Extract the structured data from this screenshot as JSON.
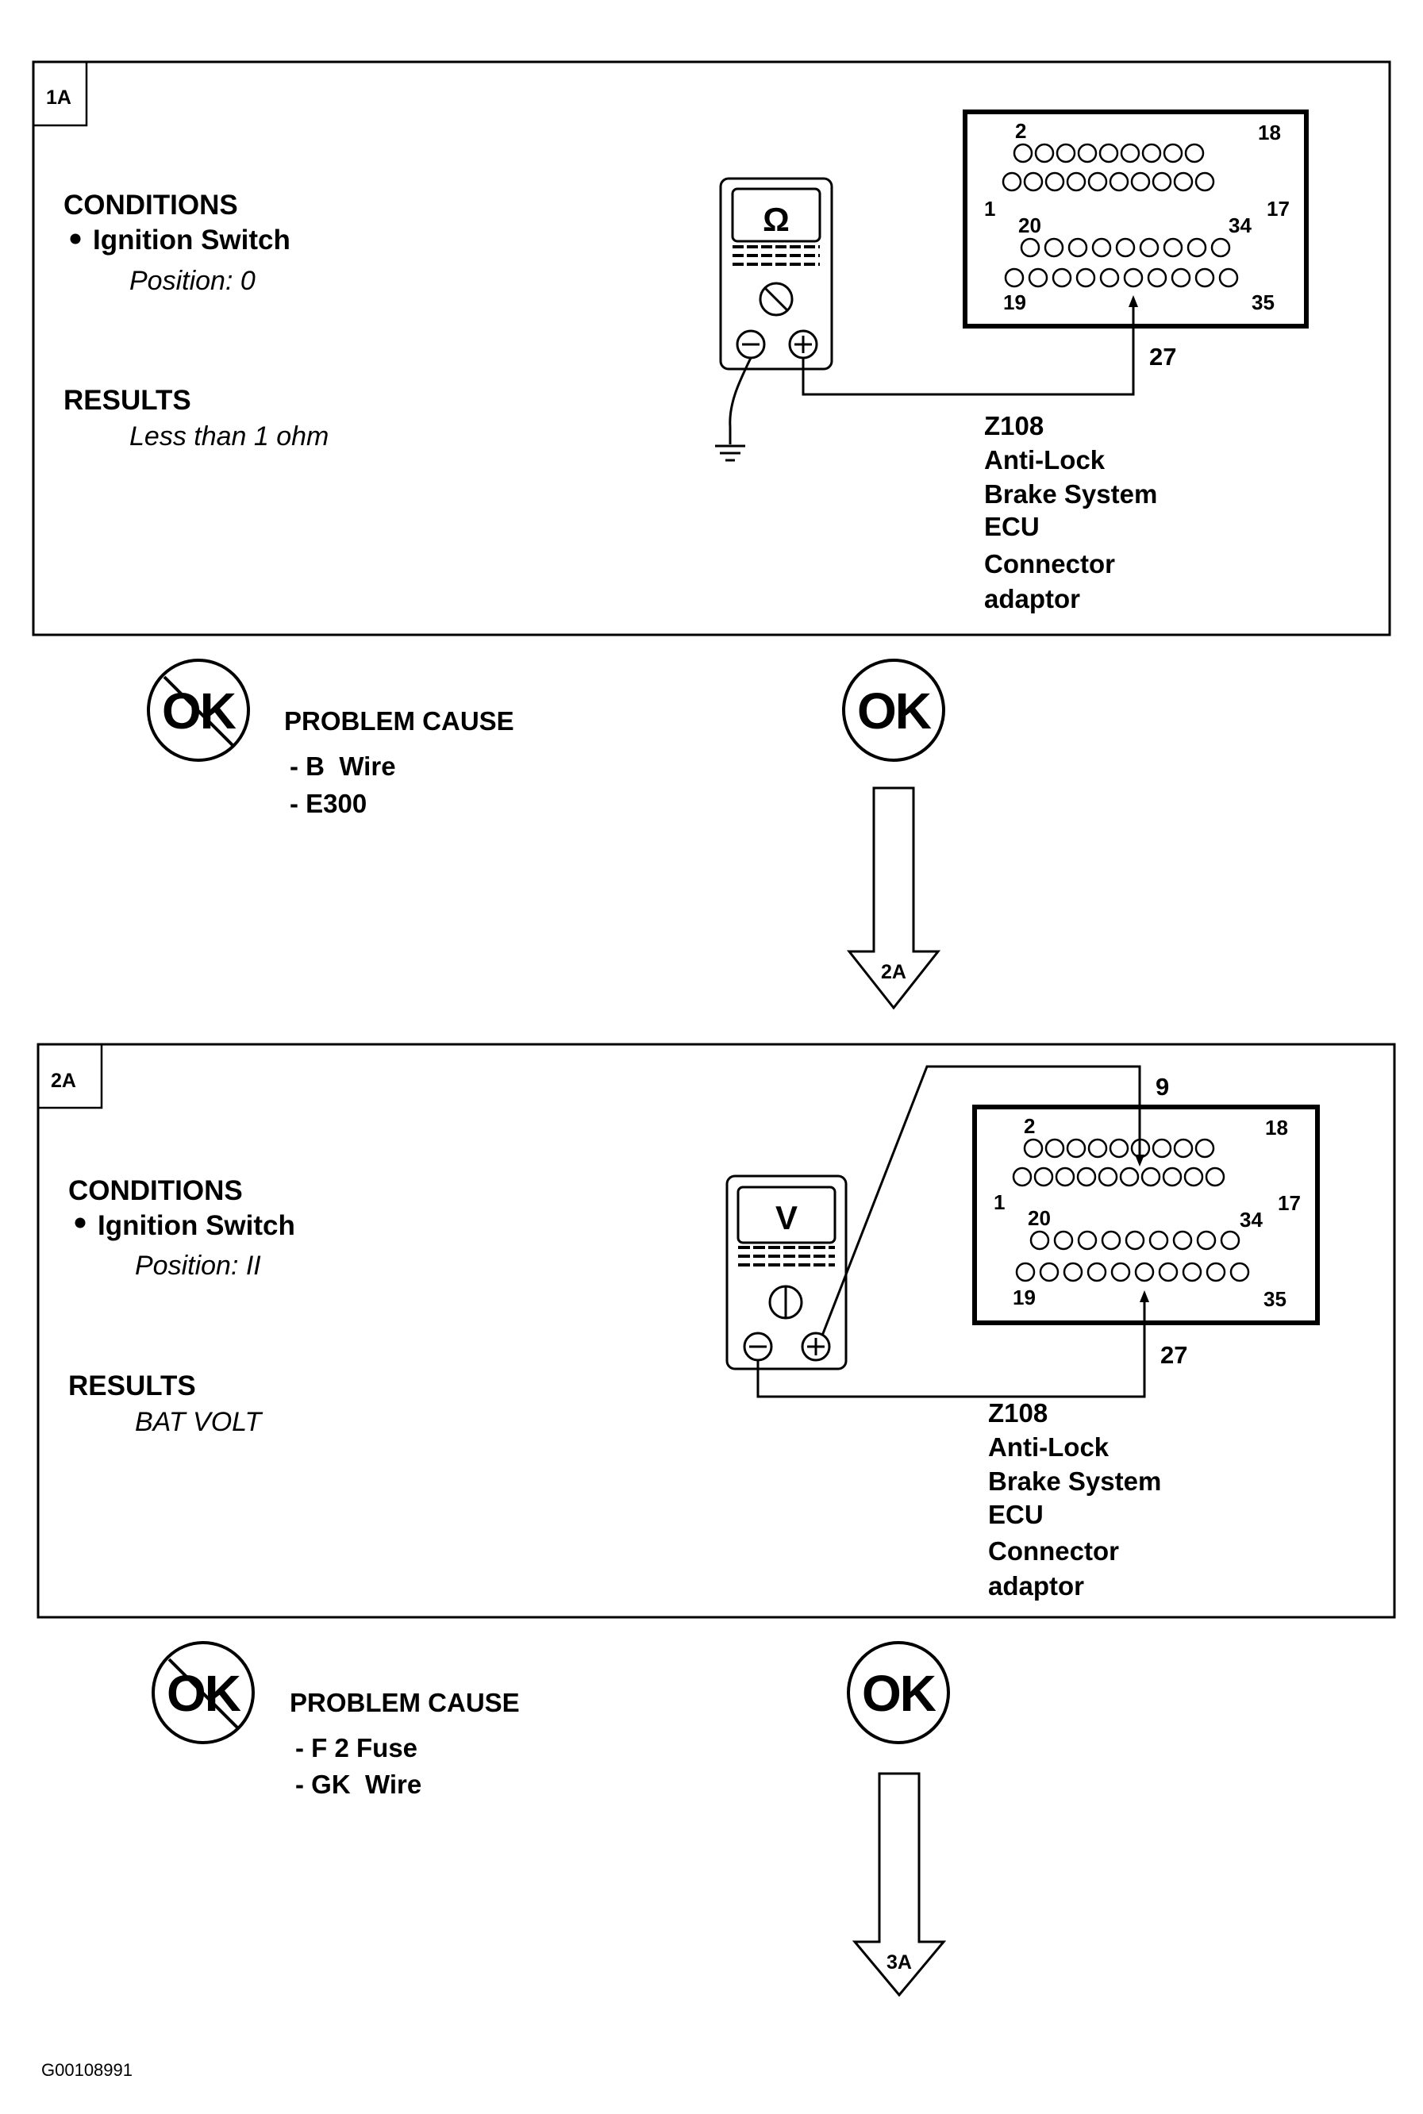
{
  "steps": [
    {
      "id": "1A",
      "conditions_title": "CONDITIONS",
      "condition_item": "Ignition Switch",
      "condition_value": "Position: 0",
      "results_title": "RESULTS",
      "results_value": "Less than 1 ohm",
      "meter_symbol": "Ω",
      "meter_icon": "ohmmeter-icon",
      "probe_pins": [
        "27"
      ],
      "connector": {
        "pin_labels": [
          "2",
          "18",
          "1",
          "17",
          "20",
          "34",
          "19",
          "35"
        ],
        "caption_lines": [
          "Z108",
          "Anti-Lock",
          "Brake System",
          "ECU",
          "Connector",
          "adaptor"
        ]
      },
      "not_ok_label": "OK",
      "problem_cause_title": "PROBLEM CAUSE",
      "problem_causes": [
        "- B  Wire",
        "- E300"
      ],
      "ok_label": "OK",
      "next_step": "2A"
    },
    {
      "id": "2A",
      "conditions_title": "CONDITIONS",
      "condition_item": "Ignition Switch",
      "condition_value": "Position: II",
      "results_title": "RESULTS",
      "results_value": "BAT VOLT",
      "meter_symbol": "V",
      "meter_icon": "voltmeter-icon",
      "probe_pins": [
        "9",
        "27"
      ],
      "connector": {
        "pin_labels": [
          "2",
          "18",
          "1",
          "17",
          "20",
          "34",
          "19",
          "35"
        ],
        "caption_lines": [
          "Z108",
          "Anti-Lock",
          "Brake System",
          "ECU",
          "Connector",
          "adaptor"
        ]
      },
      "not_ok_label": "OK",
      "problem_cause_title": "PROBLEM CAUSE",
      "problem_causes": [
        "- F 2 Fuse",
        "- GK  Wire"
      ],
      "ok_label": "OK",
      "next_step": "3A"
    }
  ],
  "figure_id": "G00108991"
}
